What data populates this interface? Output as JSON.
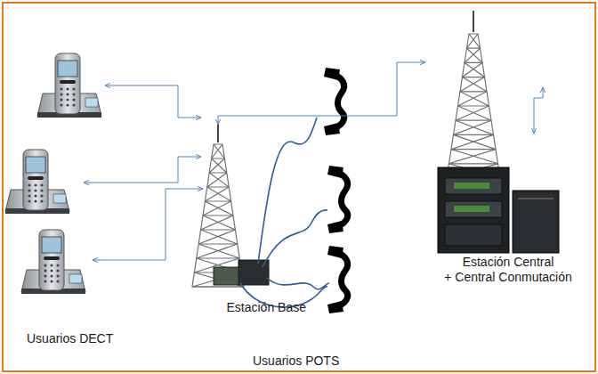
{
  "diagram": {
    "nodes": [
      {
        "text": [
          "Estación Base"
        ]
      },
      {
        "text": [
          "Estación Central",
          "+ Central Conmutación"
        ]
      }
    ],
    "edges": [
      {
        "from": 0,
        "to": 1,
        "arrow": "both"
      }
    ],
    "labels": [
      "Usuarios DECT",
      "Usuarios POTS"
    ]
  }
}
